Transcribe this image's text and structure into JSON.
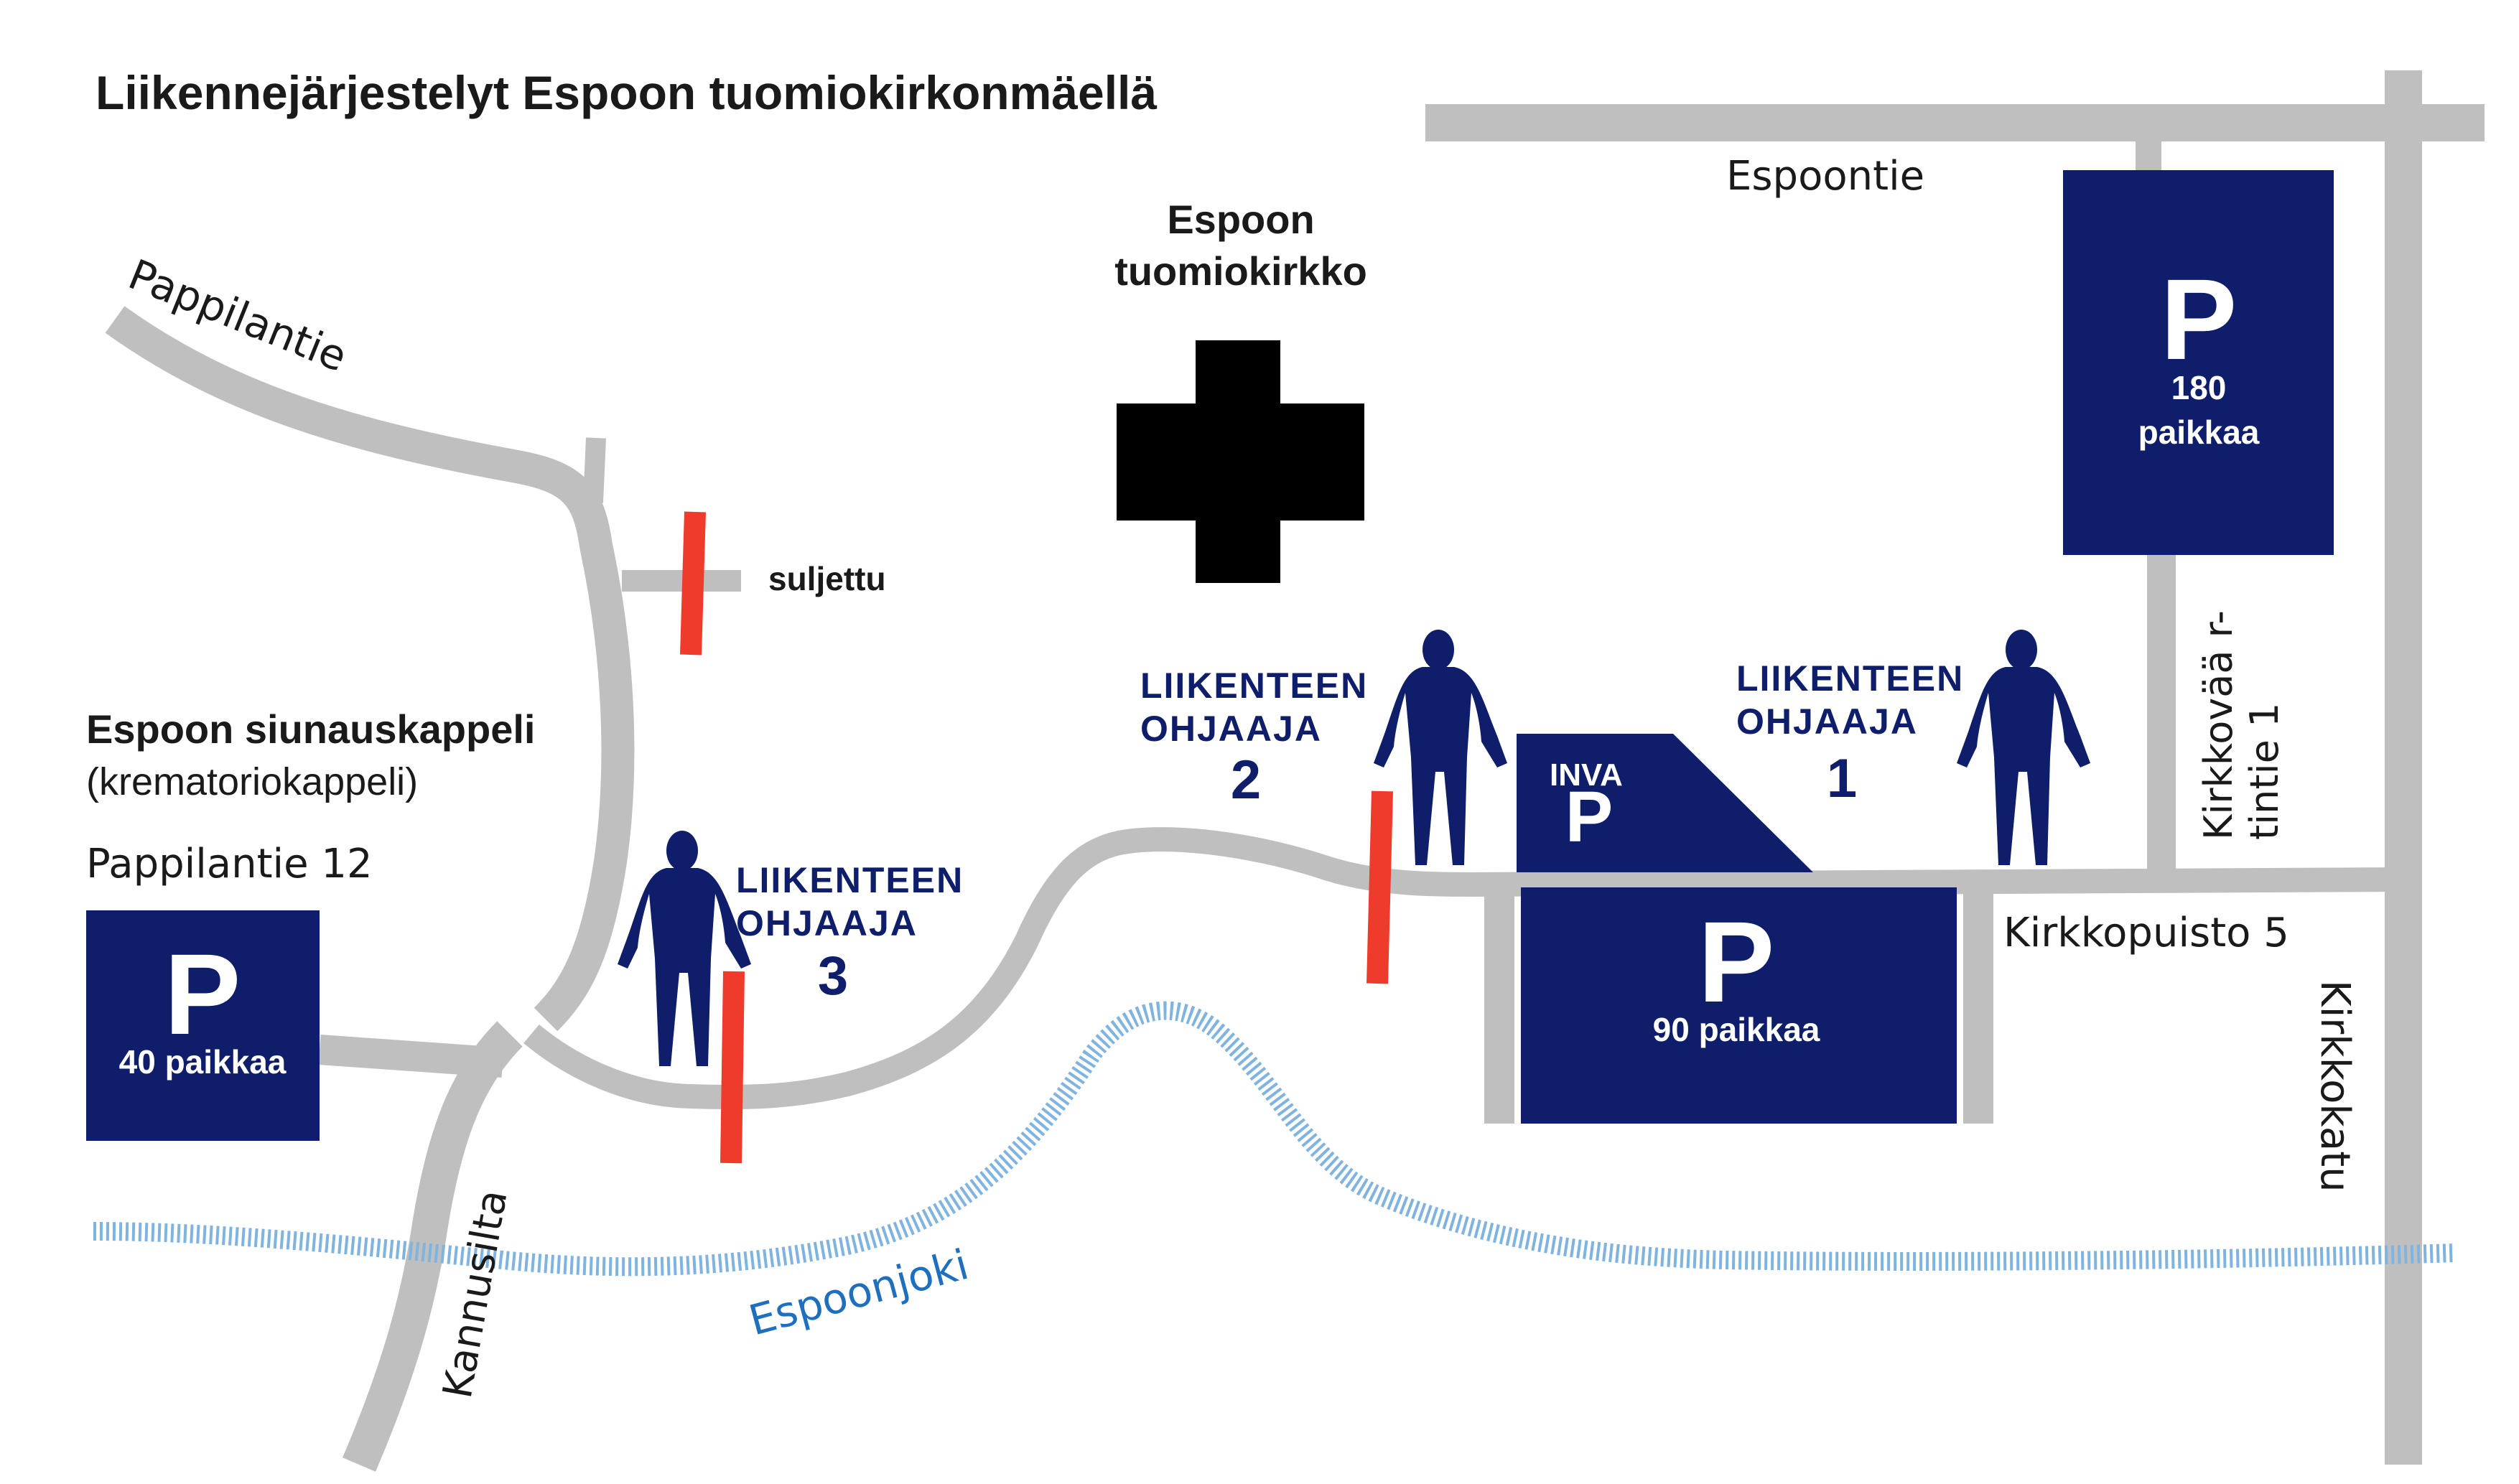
{
  "title": "Liikennejärjestelyt Espoon tuomiokirkonmäellä",
  "colors": {
    "road": "#bfbfbf",
    "parking": "#0f1e6b",
    "parking_text": "#ffffff",
    "barrier": "#ef3b2c",
    "river": "#7fb4e0",
    "river_label": "#1f6fbf",
    "guide": "#0f1e6b",
    "church": "#000000",
    "text": "#1a1a1a"
  },
  "roads": {
    "espoontie": "Espoontie",
    "pappilantie": "Pappilantie",
    "kannusilta": "Kannusilta",
    "kirkkokatu": "Kirkkokatu",
    "kirkkovaartintie_line1": "Kirkkovää r-",
    "kirkkovaartintie_line2": "tintie 1",
    "kirkkopuisto": "Kirkkopuisto 5",
    "espoonjoki": "Espoonjoki"
  },
  "church": {
    "name_line1": "Espoon",
    "name_line2": "tuomiokirkko",
    "icon": "cross-icon"
  },
  "chapel": {
    "name": "Espoon siunauskappeli",
    "subtitle": "(krematoriokappeli)",
    "address": "Pappilantie 12"
  },
  "closed_label": "suljettu",
  "parking": [
    {
      "id": "p180",
      "letter": "P",
      "line1": "180",
      "line2": "paikkaa",
      "capacity": 180
    },
    {
      "id": "p90",
      "letter": "P",
      "line1": "90 paikkaa",
      "capacity": 90
    },
    {
      "id": "p40",
      "letter": "P",
      "line1": "40 paikkaa",
      "capacity": 40
    },
    {
      "id": "inva",
      "letter": "P",
      "label": "INVA"
    }
  ],
  "guides": [
    {
      "line1": "LIIKENTEEN",
      "line2": "OHJAAJA",
      "number": "1",
      "icon": "person-icon"
    },
    {
      "line1": "LIIKENTEEN",
      "line2": "OHJAAJA",
      "number": "2",
      "icon": "person-icon"
    },
    {
      "line1": "LIIKENTEEN",
      "line2": "OHJAAJA",
      "number": "3",
      "icon": "person-icon"
    }
  ]
}
